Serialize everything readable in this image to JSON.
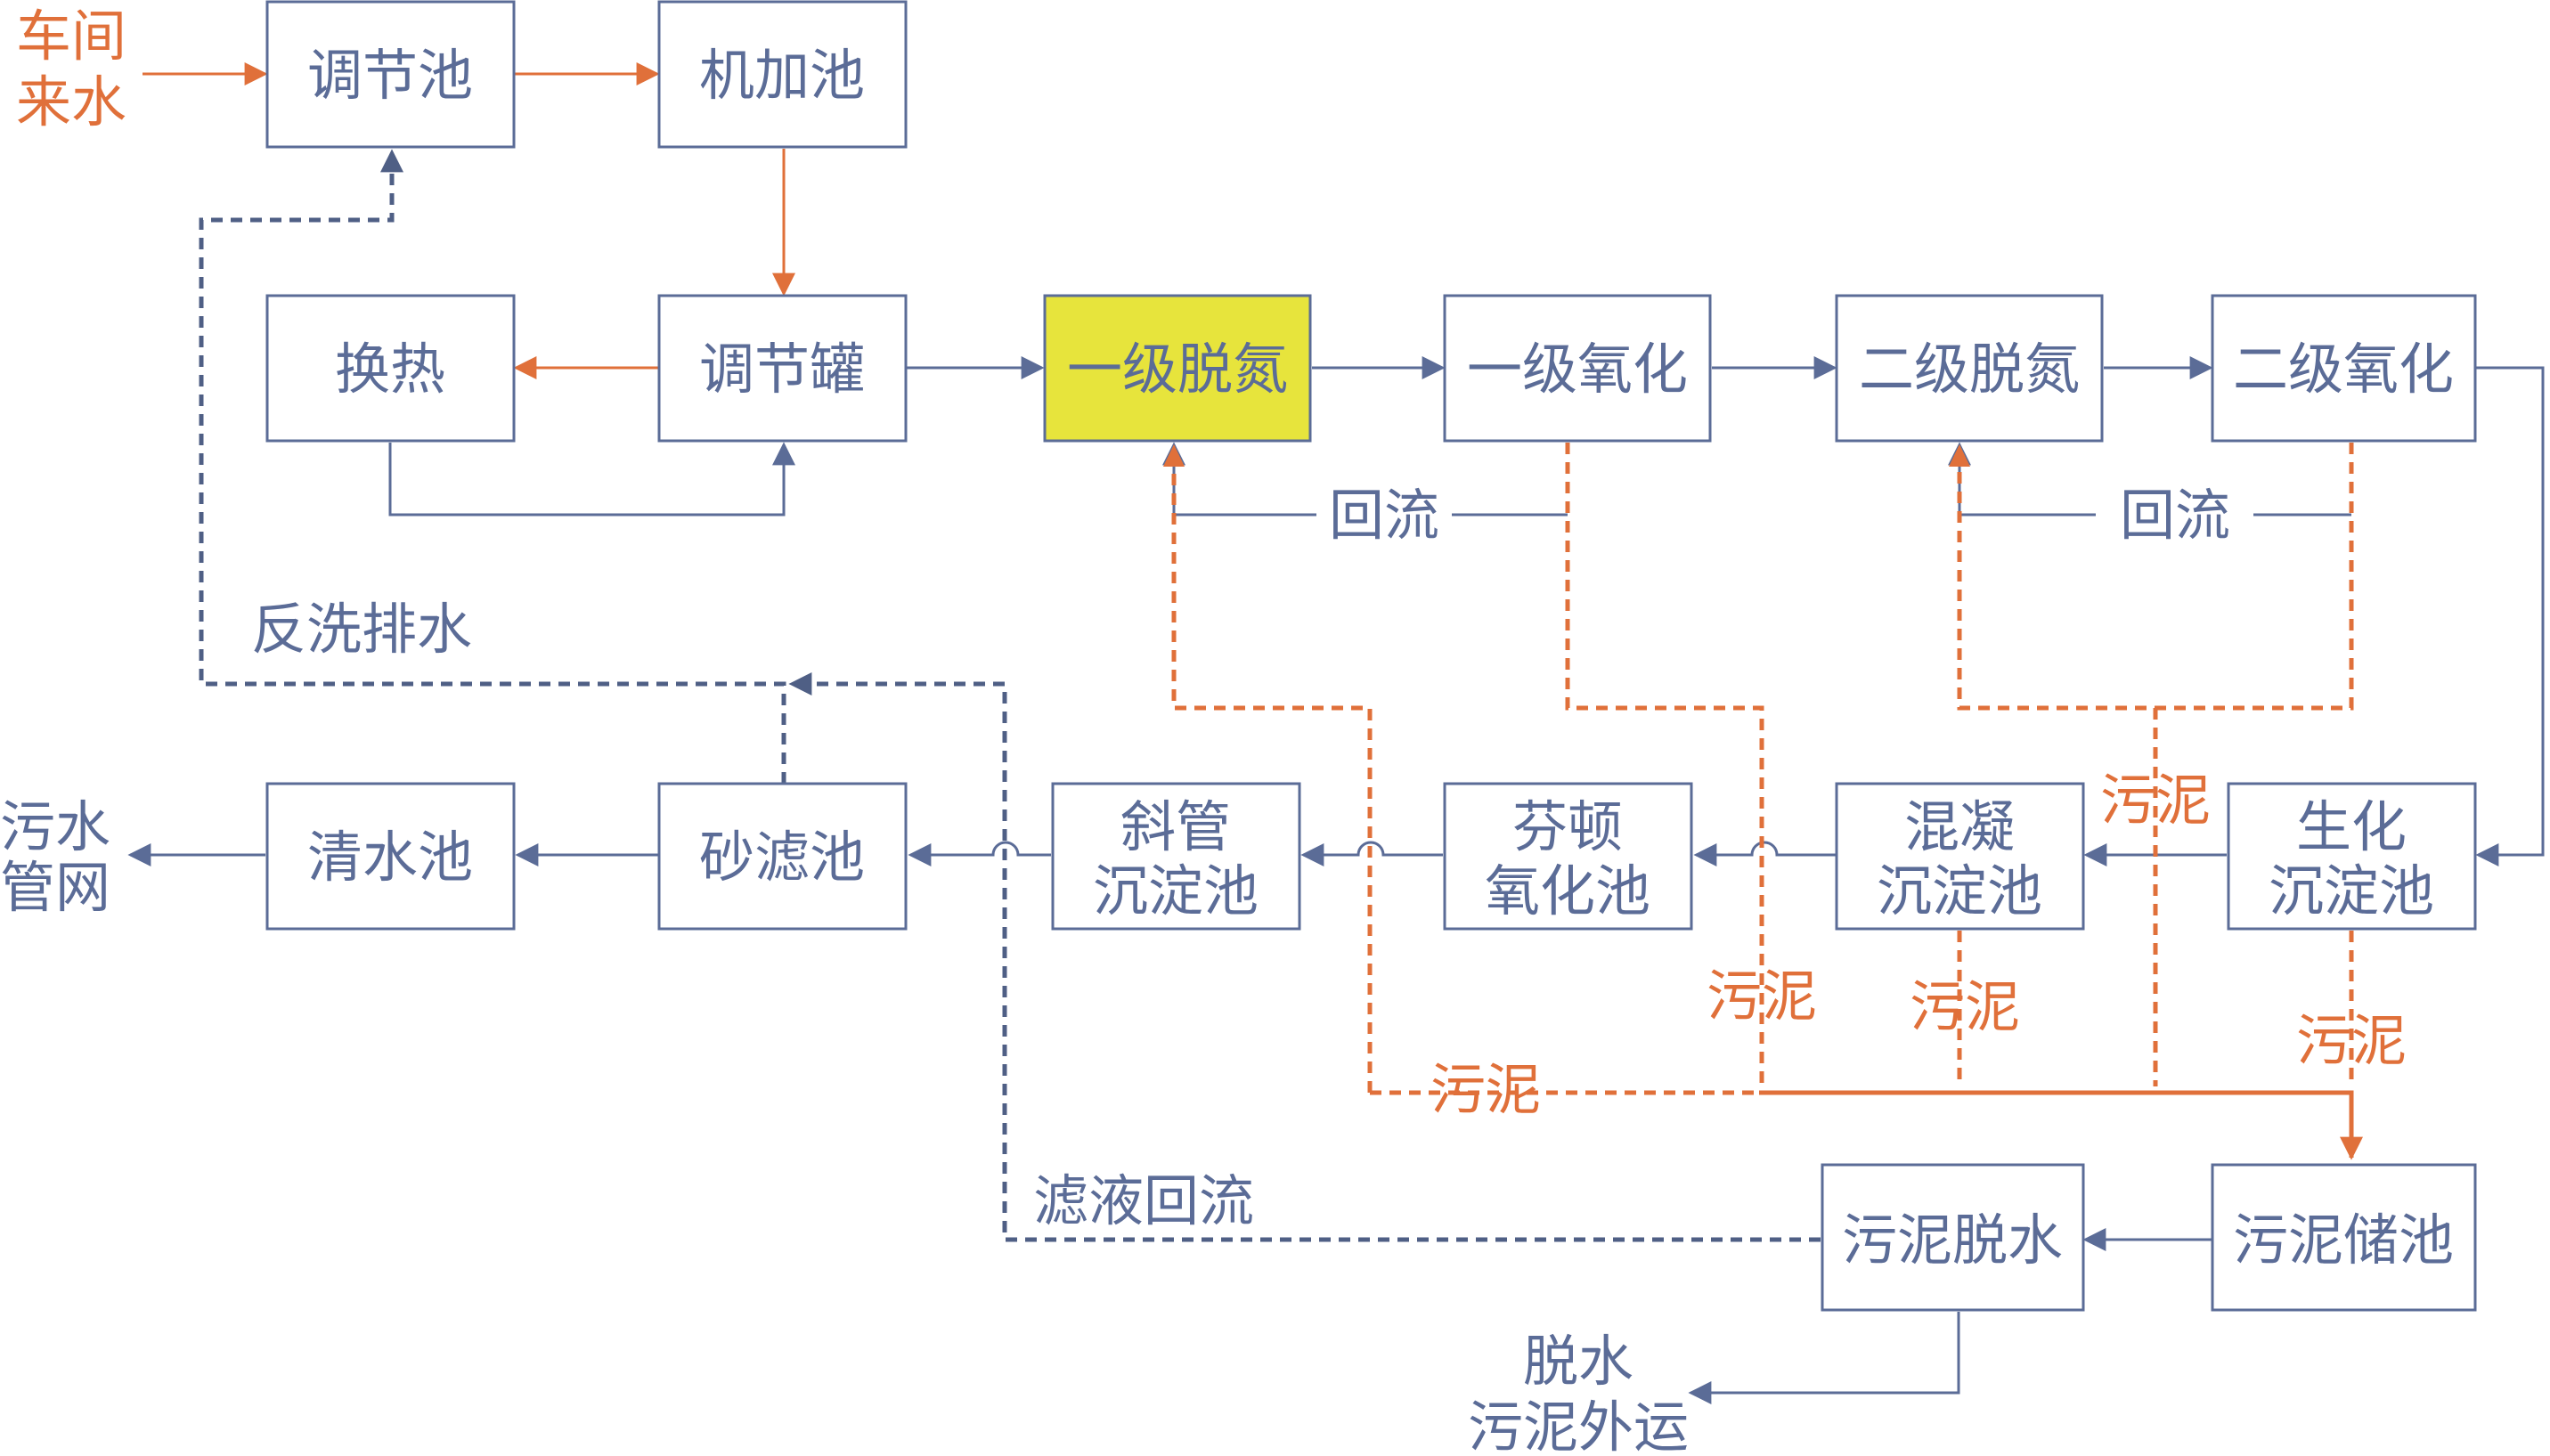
{
  "nodes": {
    "inflow": [
      "车间",
      "来水"
    ],
    "tiaojiechi": "调节池",
    "jijiachi": "机加池",
    "huanre": "换热",
    "tiaojieguan": "调节罐",
    "yiji_tuodan": "一级脱氮",
    "yiji_yanghua": "一级氧化",
    "erji_tuodan": "二级脱氮",
    "erji_yanghua": "二级氧化",
    "shenghua_chendian": [
      "生化",
      "沉淀池"
    ],
    "hunning_chendian": [
      "混凝",
      "沉淀池"
    ],
    "fendun_yanghua": [
      "芬顿",
      "氧化池"
    ],
    "xieguan_chendian": [
      "斜管",
      "沉淀池"
    ],
    "shalvchi": "砂滤池",
    "qingshuichi": "清水池",
    "wushui_guanwang": [
      "污水",
      "管网"
    ],
    "wuni_chuchi": "污泥储池",
    "wuni_tuoshui": "污泥脱水",
    "tuoshui_waiyun": [
      "脱水",
      "污泥外运"
    ]
  },
  "labels": {
    "huiliu": "回流",
    "fanxi_paishui": "反洗排水",
    "lvye_huiliu": "滤液回流",
    "wuni": "污泥"
  },
  "colors": {
    "main_flow": "#5b6c97",
    "front_flow": "#e0703a",
    "sludge": "#e0703a",
    "backwash": "#4f5f85",
    "highlight": "#e7e43c"
  }
}
